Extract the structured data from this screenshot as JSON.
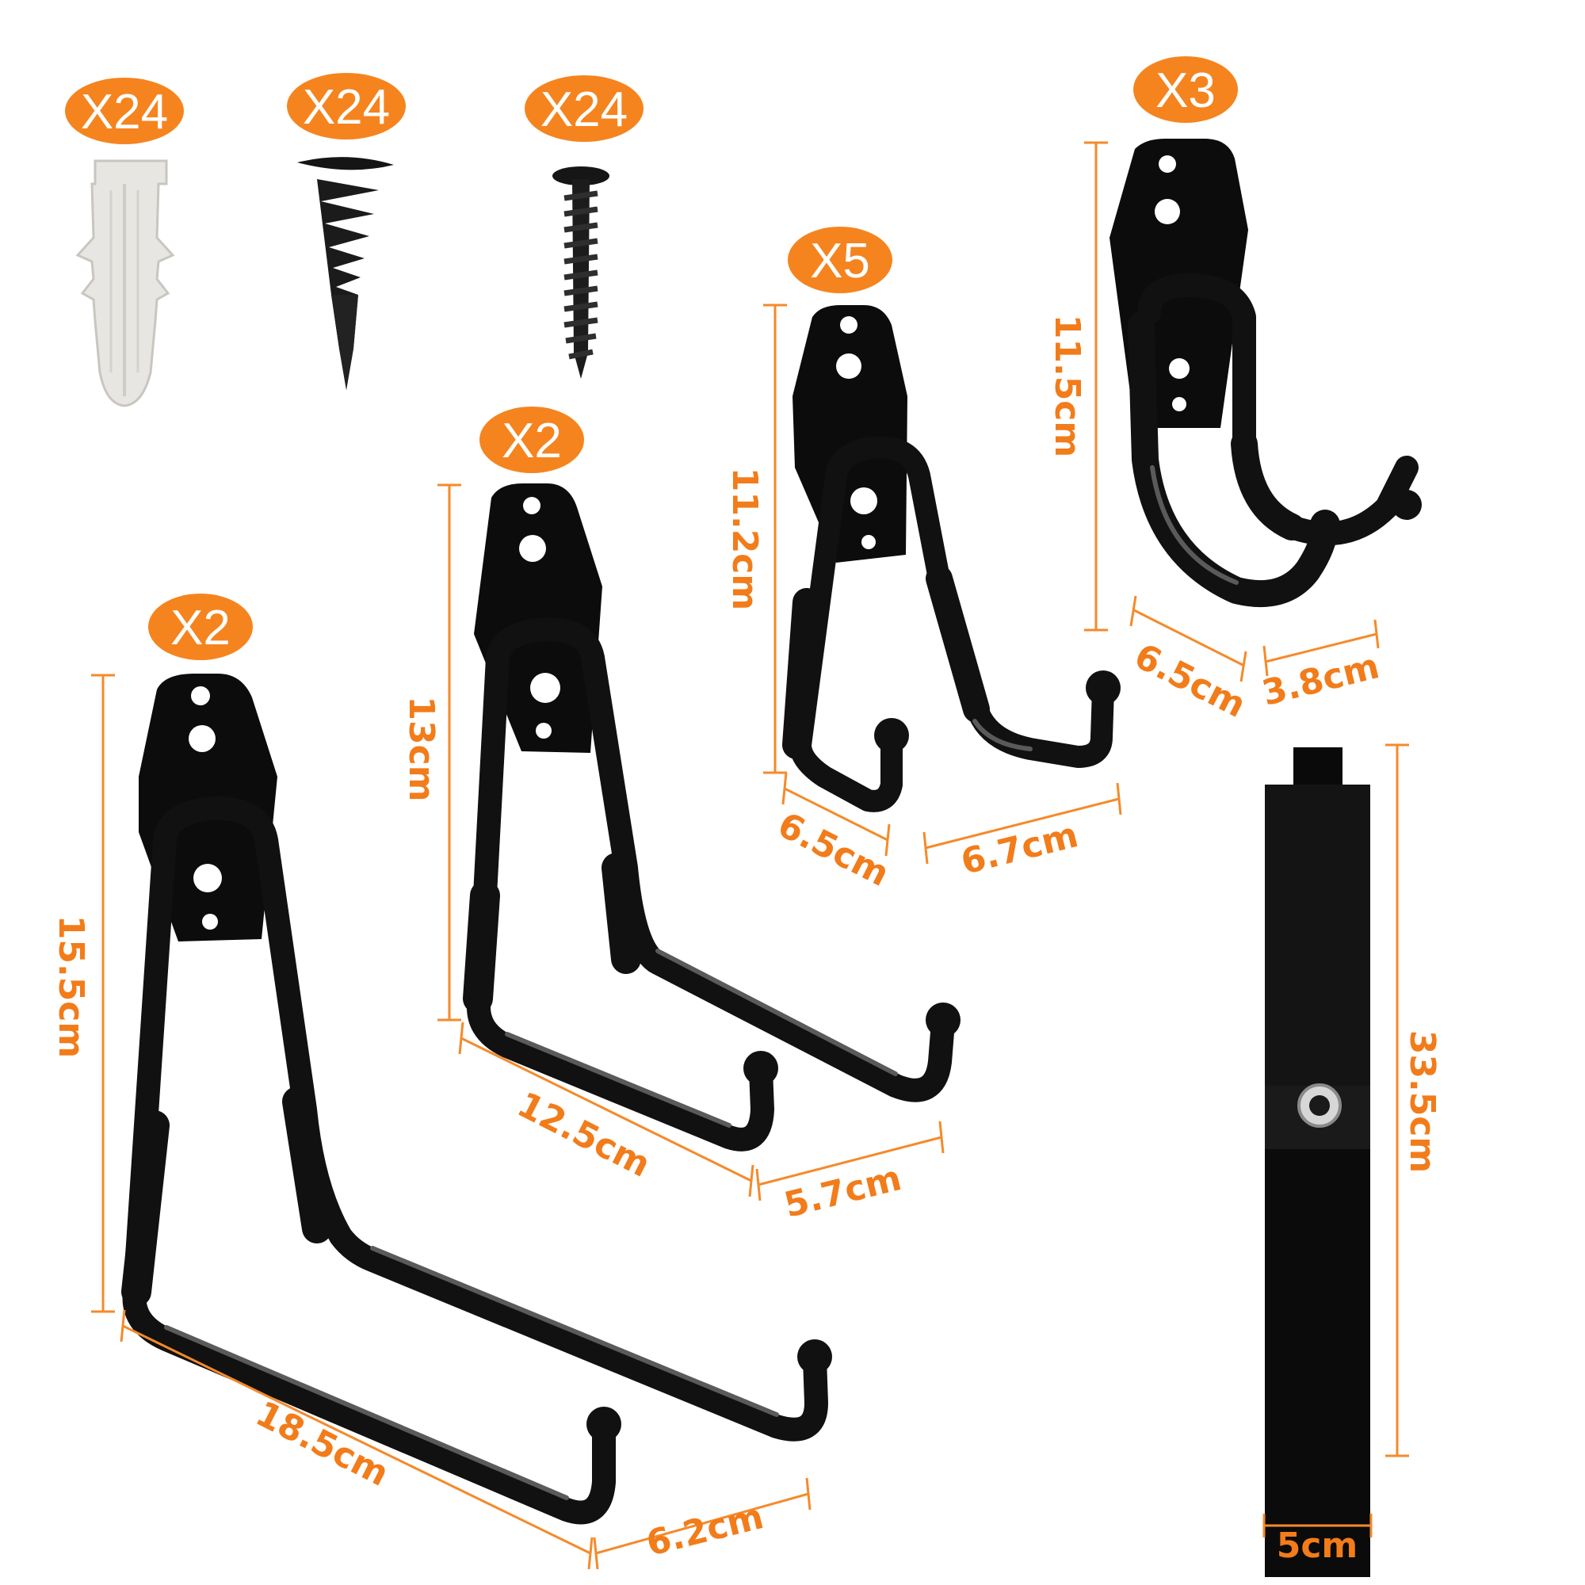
{
  "colors": {
    "accent_orange": "#f58a2a",
    "badge_orange": "#f5841f",
    "hook_black": "#111111",
    "background": "#ffffff"
  },
  "badges": {
    "anchor_qty": "X24",
    "drywall_anchor_qty": "X24",
    "screw_qty": "X24",
    "double_hook_qty": "X3",
    "small_hook_qty": "X5",
    "medium_hook_qty": "X2",
    "large_hook_qty": "X2"
  },
  "dimensions": {
    "double_hook_height": "11.5cm",
    "double_hook_depth": "6.5cm",
    "double_hook_gap": "3.8cm",
    "small_hook_height": "11.2cm",
    "small_hook_depth": "6.5cm",
    "small_hook_width": "6.7cm",
    "medium_hook_height": "13cm",
    "medium_hook_depth": "12.5cm",
    "medium_hook_width": "5.7cm",
    "large_hook_height": "15.5cm",
    "large_hook_depth": "18.5cm",
    "large_hook_width": "6.2cm",
    "strap_length": "33.5cm",
    "strap_width": "5cm"
  },
  "icons": {
    "plastic_anchor": "plastic-wall-anchor-icon",
    "drywall_anchor": "self-drilling-drywall-anchor-icon",
    "screw": "wood-screw-icon",
    "double_hook": "double-j-hook-icon",
    "utility_hook": "u-utility-hook-icon",
    "strap": "velcro-strap-icon"
  }
}
